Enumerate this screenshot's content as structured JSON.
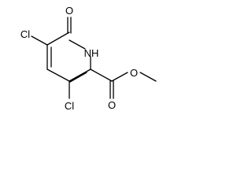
{
  "structure": {
    "atoms": {
      "o_top": "O",
      "nh": "NH",
      "cl_left": "Cl",
      "cl_bottom": "Cl",
      "o_carbonyl": "O",
      "o_ester": "O"
    }
  }
}
